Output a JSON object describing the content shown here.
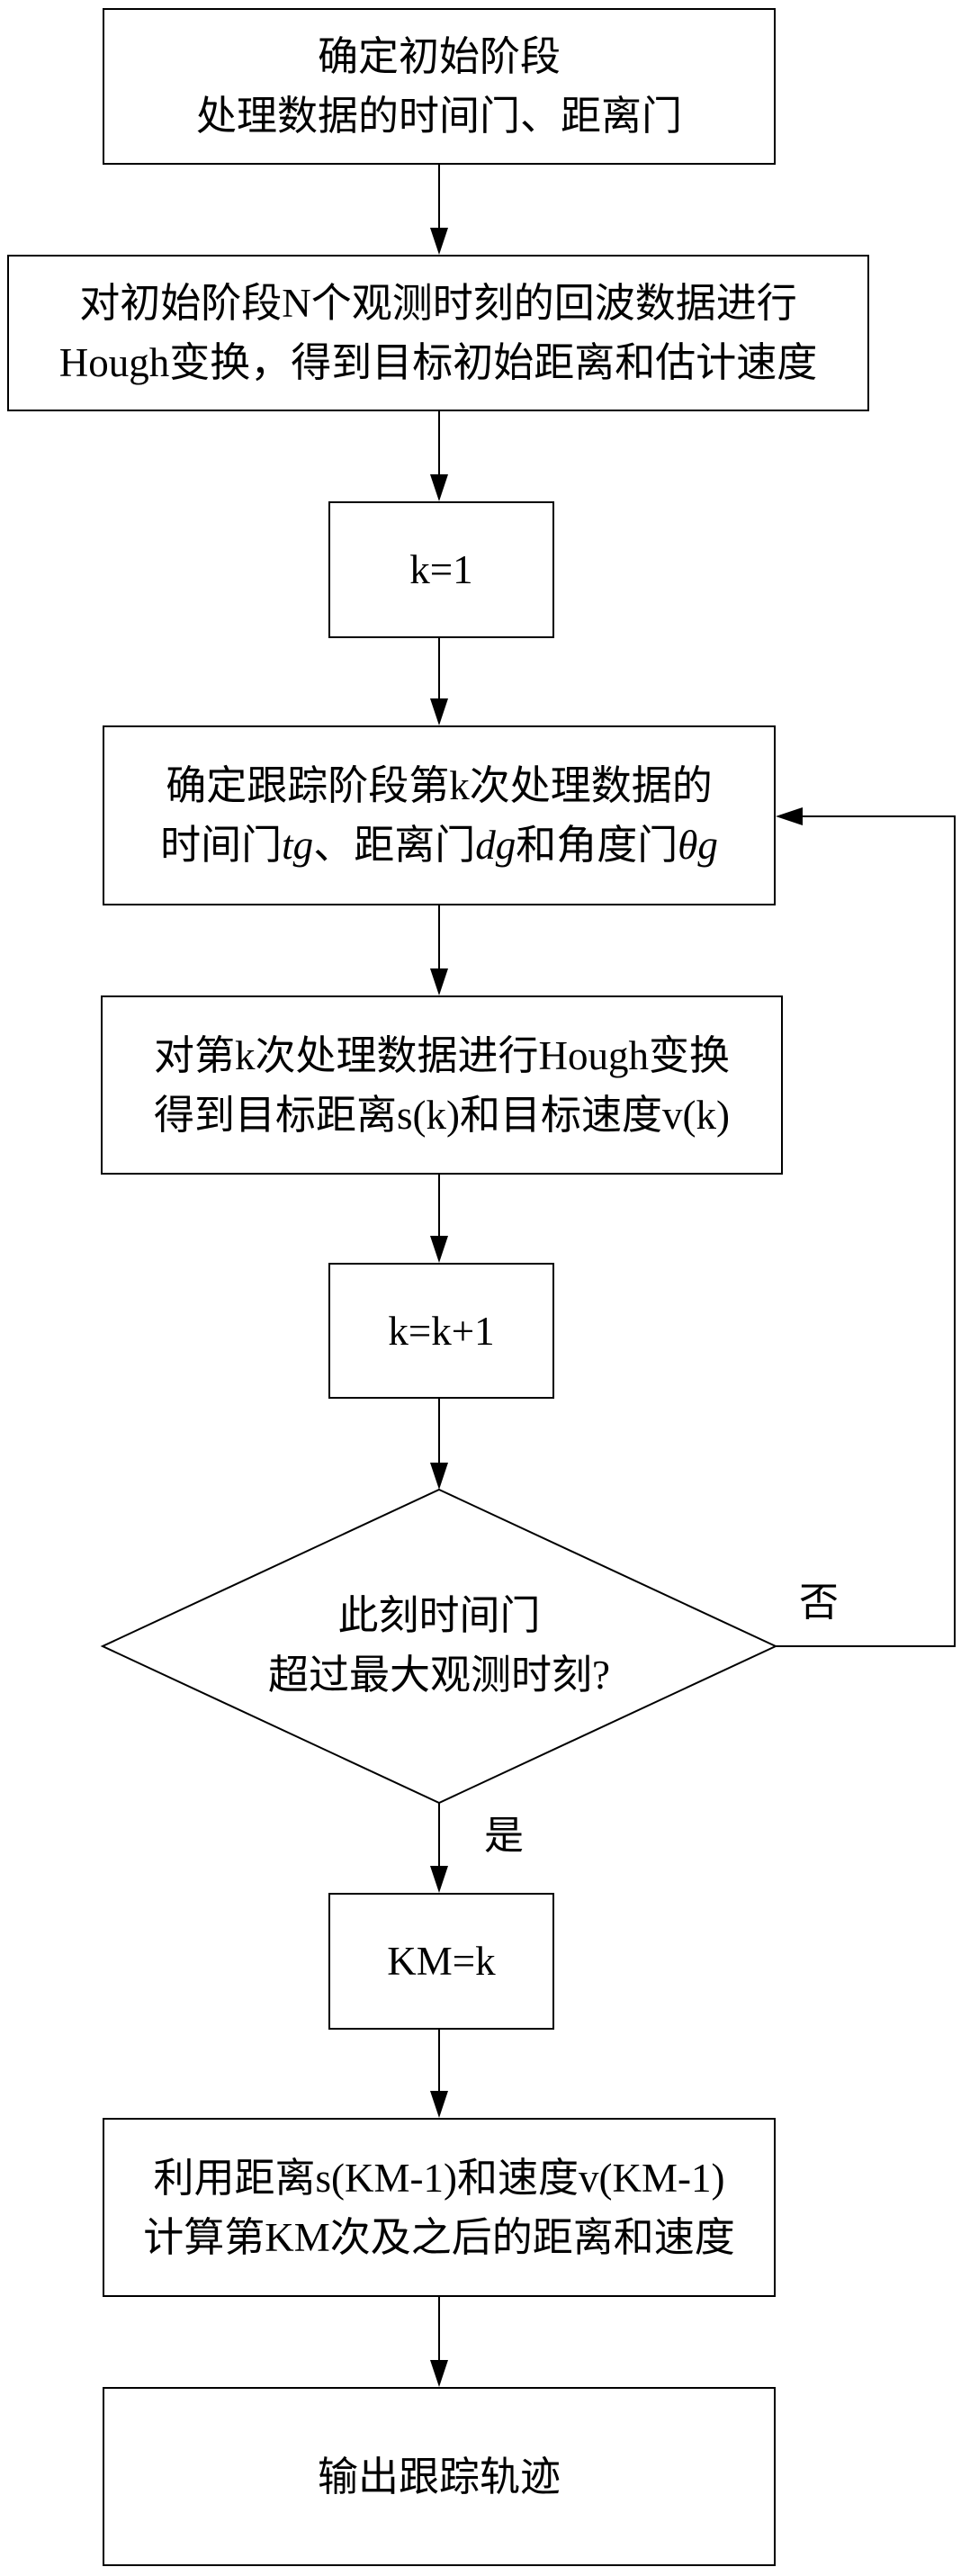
{
  "flowchart": {
    "nodes": [
      {
        "id": "init-gates",
        "type": "process",
        "lines": [
          "确定初始阶段",
          "处理数据的时间门、距离门"
        ]
      },
      {
        "id": "initial-hough",
        "type": "process",
        "lines": [
          "对初始阶段N个观测时刻的回波数据进行",
          "Hough变换，得到目标初始距离和估计速度"
        ]
      },
      {
        "id": "k-init",
        "type": "process",
        "lines": [
          "k=1"
        ]
      },
      {
        "id": "tracking-gates",
        "type": "process",
        "lines": [
          "确定跟踪阶段第k次处理数据的",
          "时间门tg、距离门dg和角度门θg"
        ],
        "line2_parts": [
          "时间门",
          "tg",
          "、距离门",
          "dg",
          "和角度门",
          "θg"
        ]
      },
      {
        "id": "kth-hough",
        "type": "process",
        "lines": [
          "对第k次处理数据进行Hough变换",
          "得到目标距离s(k)和目标速度v(k)"
        ]
      },
      {
        "id": "k-increment",
        "type": "process",
        "lines": [
          "k=k+1"
        ]
      },
      {
        "id": "time-gate-check",
        "type": "decision",
        "lines": [
          "此刻时间门",
          "超过最大观测时刻?"
        ]
      },
      {
        "id": "km-assign",
        "type": "process",
        "lines": [
          "KM=k"
        ]
      },
      {
        "id": "compute-after-km",
        "type": "process",
        "lines": [
          "利用距离s(KM-1)和速度v(KM-1)",
          "计算第KM次及之后的距离和速度"
        ]
      },
      {
        "id": "output-track",
        "type": "process",
        "lines": [
          "输出跟踪轨迹"
        ]
      }
    ],
    "edges": [
      {
        "from": "init-gates",
        "to": "initial-hough",
        "label": ""
      },
      {
        "from": "initial-hough",
        "to": "k-init",
        "label": ""
      },
      {
        "from": "k-init",
        "to": "tracking-gates",
        "label": ""
      },
      {
        "from": "tracking-gates",
        "to": "kth-hough",
        "label": ""
      },
      {
        "from": "kth-hough",
        "to": "k-increment",
        "label": ""
      },
      {
        "from": "k-increment",
        "to": "time-gate-check",
        "label": ""
      },
      {
        "from": "time-gate-check",
        "to": "km-assign",
        "label": "是"
      },
      {
        "from": "time-gate-check",
        "to": "tracking-gates",
        "label": "否"
      },
      {
        "from": "km-assign",
        "to": "compute-after-km",
        "label": ""
      },
      {
        "from": "compute-after-km",
        "to": "output-track",
        "label": ""
      }
    ],
    "labels": {
      "yes": "是",
      "no": "否"
    }
  }
}
